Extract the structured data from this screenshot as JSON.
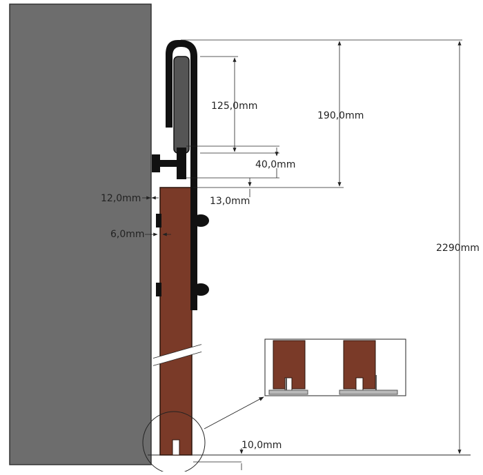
{
  "dimensions": {
    "wheel_height": "125,0mm",
    "hanger_height": "190,0mm",
    "bracket_offset": "40,0mm",
    "door_gap_top": "13,0mm",
    "door_to_wall": "12,0mm",
    "guide_gap": "6,0mm",
    "total_height": "2290mm",
    "floor_gap": "10,0mm"
  },
  "colors": {
    "wall": "#6d6d6d",
    "door": "#7a3a28",
    "hardware": "#111111",
    "wheel": "#555555",
    "rail_metal": "#b9b9b9",
    "dimension_line": "#222222"
  },
  "icons": {
    "arrow": "arrowhead",
    "detail_circle": "magnifier-circle"
  }
}
